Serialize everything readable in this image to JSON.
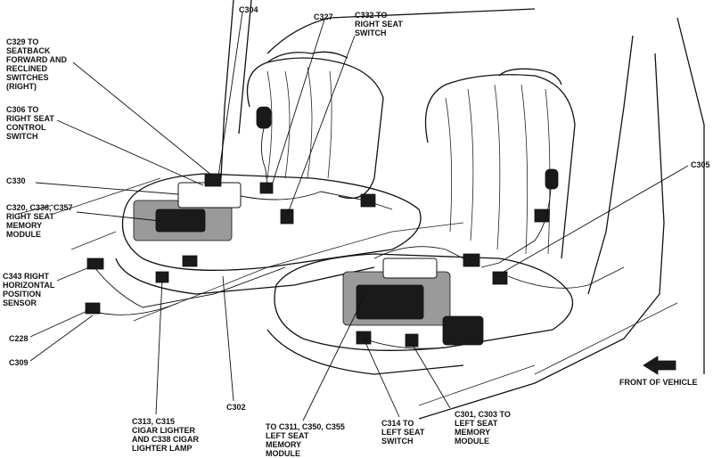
{
  "labels": {
    "c304": "C304",
    "c327": "C327",
    "c332": "C332 TO\nRIGHT SEAT\nSWITCH",
    "c329": "C329 TO\nSEATBACK\nFORWARD AND\nRECLINED\nSWITCHES\n(RIGHT)",
    "c306": "C306 TO\nRIGHT SEAT\nCONTROL\nSWITCH",
    "c330": "C330",
    "c320": "C320, C336, C357\nRIGHT SEAT\nMEMORY\nMODULE",
    "c305": "C305",
    "c343": "C343 RIGHT\nHORIZONTAL\nPOSITION\nSENSOR",
    "c228": "C228",
    "c309": "C309",
    "c302": "C302",
    "front": "FRONT OF VEHICLE",
    "c313": "C313, C315\nCIGAR LIGHTER\nAND C338 CIGAR\nLIGHTER LAMP",
    "c311": "TO C311, C350, C355\nLEFT SEAT\nMEMORY\nMODULE",
    "c314": "C314 TO\nLEFT SEAT\nSWITCH",
    "c301": "C301, C303 TO\nLEFT SEAT\nMEMORY\nMODULE"
  }
}
